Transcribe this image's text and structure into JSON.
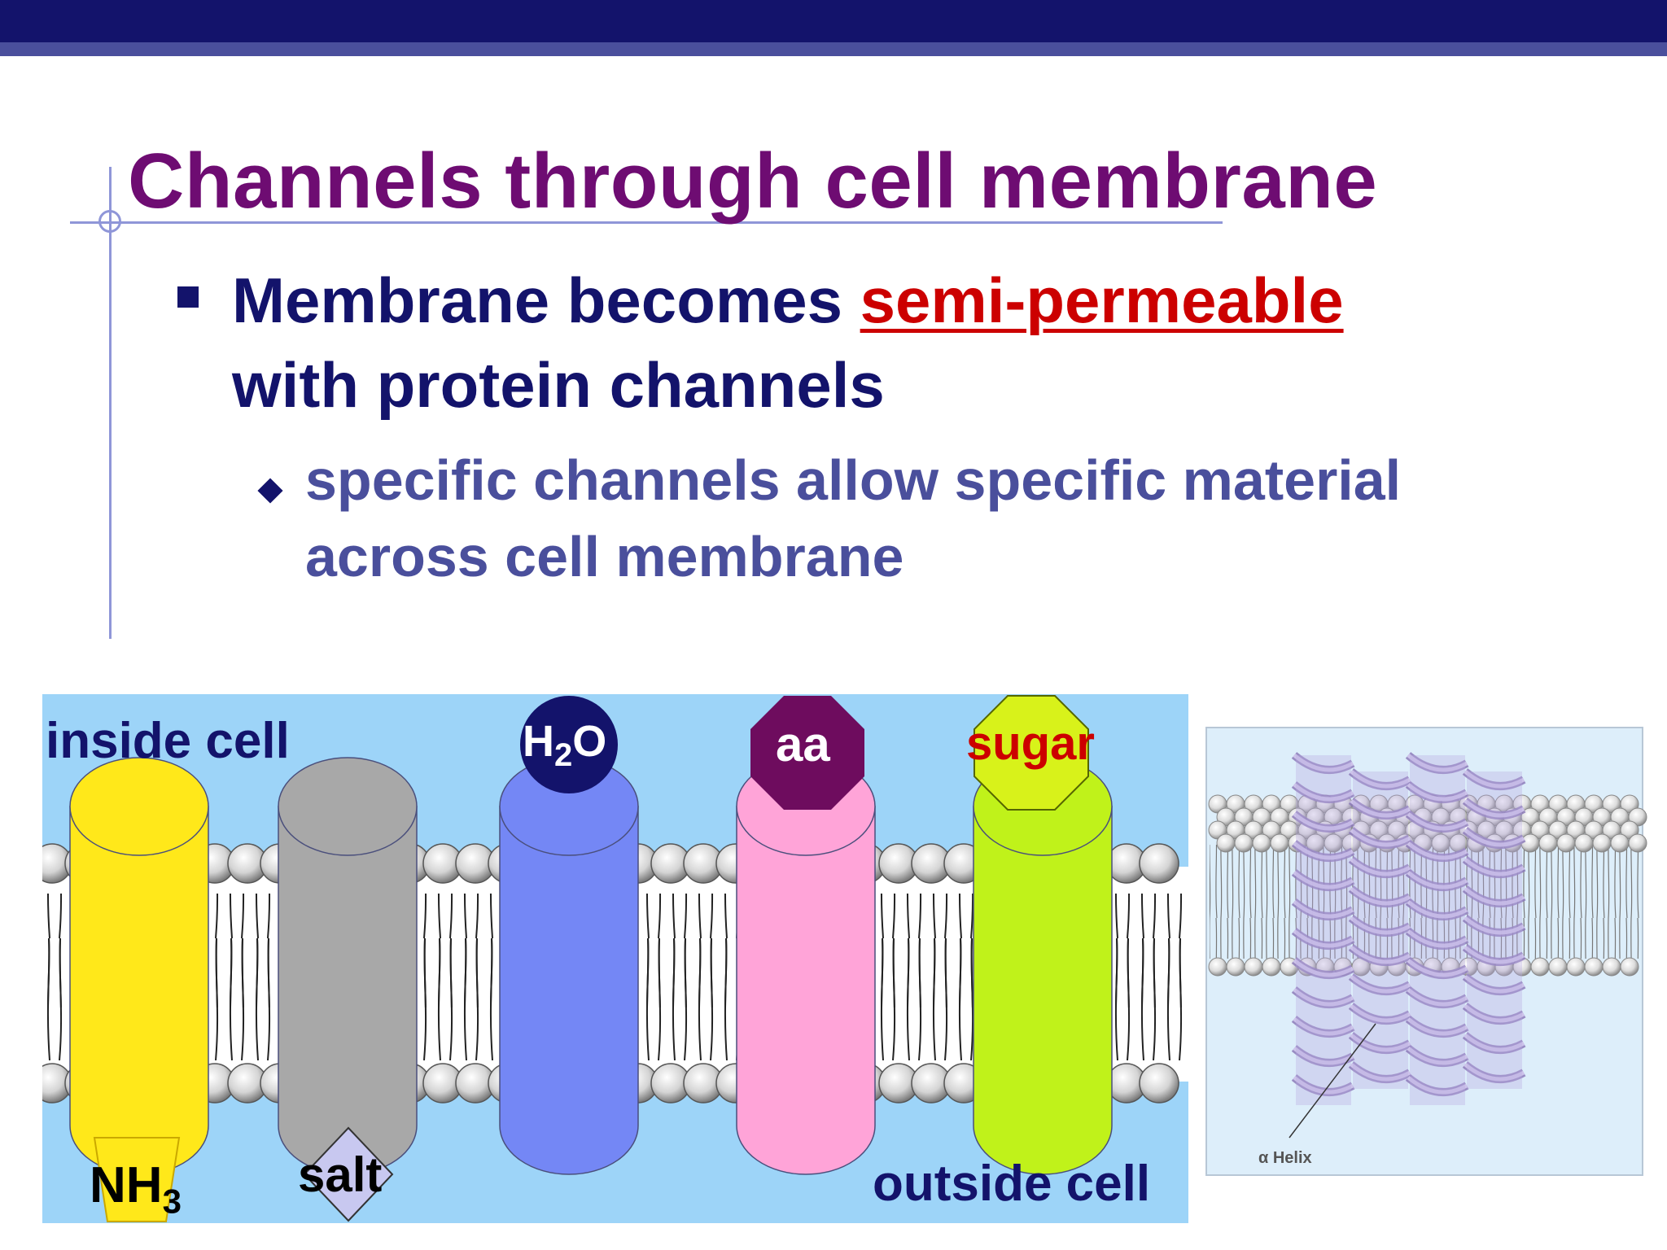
{
  "slide": {
    "title": "Channels through cell membrane",
    "bullet1_prefix": "Membrane becomes ",
    "bullet1_highlight": "semi-permeable",
    "bullet1_line2": "with protein channels",
    "sub_bullet_line1": "specific channels allow specific material",
    "sub_bullet_line2": "across cell membrane"
  },
  "diagram": {
    "inside_label": "inside cell",
    "outside_label": "outside cell",
    "h2o_main": "H",
    "h2o_sub": "2",
    "h2o_end": "O",
    "aa_label": "aa",
    "sugar_label": "sugar",
    "nh3_main": "NH",
    "nh3_sub": "3",
    "salt_label": "salt",
    "channel_colors": {
      "nh3": "#ffe81a",
      "salt": "#a8a8a8",
      "h2o": "#7487f5",
      "aa": "#ffa4d8",
      "sugar": "#c0f21a"
    },
    "background_color": "#9dd4f8"
  },
  "helix_figure": {
    "label": "α Helix"
  },
  "colors": {
    "title": "#6e0c72",
    "text_dark": "#13136b",
    "text_sub": "#4a4f9c",
    "highlight": "#cc0000",
    "header_bar": "#13136b"
  }
}
